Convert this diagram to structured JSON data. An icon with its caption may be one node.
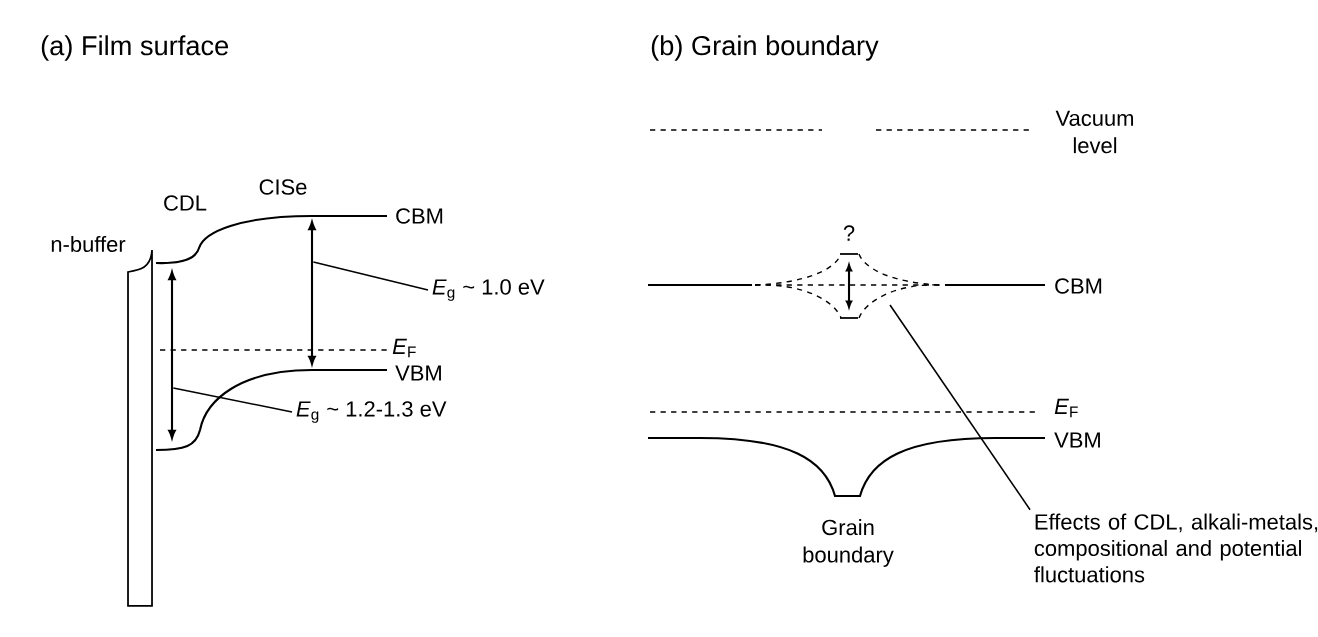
{
  "diagram": {
    "nodes": [
      {
        "text": [
          "*E*$_{g}$ ~ 1.0 eV"
        ]
      },
      {
        "text": [
          "*E*$_{g}$ ~ 1.2-1.3 eV"
        ]
      },
      {
        "text": [
          "Effects of CDL, alkali-metals, compositional and potential fluctuations"
        ]
      },
      {
        "text": [],
        "shape": "arrow"
      },
      {
        "text": [],
        "shape": "arrow"
      }
    ],
    "edges": [
      {
        "from": 0,
        "to": 4,
        "arrow": "none"
      },
      {
        "from": 1,
        "to": 3,
        "arrow": "none"
      },
      {
        "from": 2,
        "to": null,
        "arrow": "none"
      }
    ],
    "labels": [
      "(a) Film surface",
      "(b) Grain boundary",
      "Vacuum level",
      "CISe",
      "CDL",
      "CBM",
      "n-buffer",
      "?",
      "CBM",
      "*E*$_{F}$",
      "VBM",
      "*E*$_{F}$",
      "VBM",
      "Grain boundary"
    ]
  }
}
